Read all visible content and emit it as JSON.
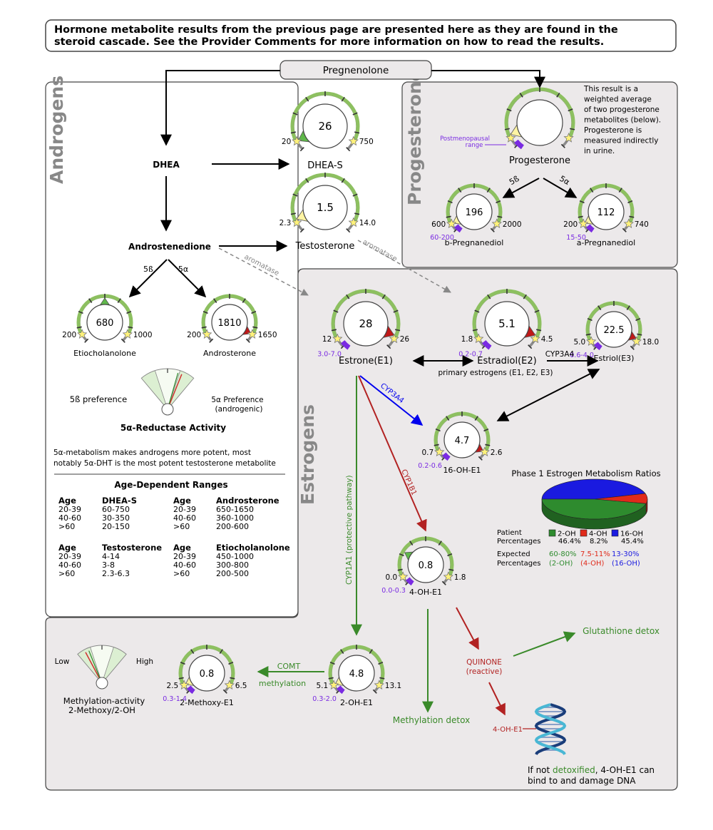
{
  "header": {
    "line1": "Hormone metabolite results from the previous page are presented here as they are found in the",
    "line2": "steroid cascade. See the Provider Comments for more information on how to read the results."
  },
  "pregnenolone": "Pregnenolone",
  "sections": {
    "androgens": "Androgens",
    "progesterone": "Progesterone",
    "estrogens": "Estrogens"
  },
  "gauges": {
    "dheas": {
      "label": "DHEA-S",
      "value": "26",
      "low": "20",
      "high": "750"
    },
    "testosterone": {
      "label": "Testosterone",
      "value": "1.5",
      "low": "2.3",
      "high": "14.0"
    },
    "progesterone": {
      "label": "Progesterone",
      "value": "",
      "low": "",
      "high": "",
      "range_label": "Postmenopausal range"
    },
    "bpreg": {
      "label": "b-Pregnanediol",
      "value": "196",
      "low": "600",
      "high": "2000",
      "range": "60-200"
    },
    "apreg": {
      "label": "a-Pregnanediol",
      "value": "112",
      "low": "200",
      "high": "740",
      "range": "15-50"
    },
    "etio": {
      "label": "Etiocholanolone",
      "value": "680",
      "low": "200",
      "high": "1000"
    },
    "andro": {
      "label": "Androsterone",
      "value": "1810",
      "low": "200",
      "high": "1650"
    },
    "e1": {
      "label": "Estrone(E1)",
      "value": "28",
      "low": "12",
      "high": "26",
      "range": "3.0-7.0"
    },
    "e2": {
      "label": "Estradiol(E2)",
      "value": "5.1",
      "low": "1.8",
      "high": "4.5",
      "range": "0.2-0.7"
    },
    "e3": {
      "label": "Estriol(E3)",
      "value": "22.5",
      "low": "5.0",
      "high": "18.0",
      "range": "0.6-4.0"
    },
    "oh16": {
      "label": "16-OH-E1",
      "value": "4.7",
      "low": "0.7",
      "high": "2.6",
      "range": "0.2-0.6"
    },
    "oh4": {
      "label": "4-OH-E1",
      "value": "0.8",
      "low": "0.0",
      "high": "1.8",
      "range": "0.0-0.3"
    },
    "oh2": {
      "label": "2-OH-E1",
      "value": "4.8",
      "low": "5.1",
      "high": "13.1",
      "range": "0.3-2.0"
    },
    "meo2": {
      "label": "2-Methoxy-E1",
      "value": "0.8",
      "low": "2.5",
      "high": "6.5",
      "range": "0.3-1.4"
    }
  },
  "nodes": {
    "dhea": "DHEA",
    "androstenedione": "Androstenedione"
  },
  "arrows": {
    "b5": "5ß",
    "a5": "5α",
    "aromatase": "aromatase",
    "cyp3a4": "CYP3A4",
    "cyp1b1": "CYP1B1",
    "cyp1a1": "CYP1A1 (protective pathway)",
    "comt": "COMT",
    "methylation": "methylation"
  },
  "progesterone_note": [
    "This result is a",
    "weighted average",
    "of two progesterone",
    "metabolites (below).",
    "Progesterone is",
    "measured indirectly",
    "in urine."
  ],
  "reductase": {
    "pref5b": "5ß preference",
    "pref5a_1": "5α Preference",
    "pref5a_2": "(androgenic)",
    "title": "5α-Reductase Activity",
    "note1": "5α-metabolism makes androgens more potent, most",
    "note2": "notably 5α-DHT is the most potent testosterone metabolite"
  },
  "age_ranges": {
    "title": "Age-Dependent Ranges",
    "block1": {
      "col1": [
        "Age",
        "20-39",
        "40-60",
        ">60"
      ],
      "col2": [
        "DHEA-S",
        "60-750",
        "30-350",
        "20-150"
      ],
      "col3": [
        "Age",
        "20-39",
        "40-60",
        ">60"
      ],
      "col4": [
        "Androsterone",
        "650-1650",
        "360-1000",
        "200-600"
      ]
    },
    "block2": {
      "col1": [
        "Age",
        "20-39",
        "40-60",
        ">60"
      ],
      "col2": [
        "Testosterone",
        "4-14",
        "3-8",
        "2.3-6.3"
      ],
      "col3": [
        "Age",
        "20-39",
        "40-60",
        ">60"
      ],
      "col4": [
        "Etiocholanolone",
        "450-1000",
        "300-800",
        "200-500"
      ]
    }
  },
  "primary_estrogens": "primary estrogens (E1, E2, E3)",
  "phase1": {
    "title": "Phase 1 Estrogen Metabolism Ratios",
    "patient_label_1": "Patient",
    "patient_label_2": "Percentages",
    "expected_label_1": "Expected",
    "expected_label_2": "Percentages",
    "legend": [
      "2-OH",
      "4-OH",
      "16-OH"
    ],
    "patient": [
      "46.4%",
      "8.2%",
      "45.4%"
    ],
    "expected": [
      "60-80%",
      "7.5-11%",
      "13-30%"
    ],
    "expected_names": [
      "(2-OH)",
      "(4-OH)",
      "(16-OH)"
    ],
    "colors": [
      "#2e8b2e",
      "#e02a1a",
      "#1a1ae0"
    ]
  },
  "chart_data": {
    "type": "pie",
    "title": "Phase 1 Estrogen Metabolism Ratios",
    "categories": [
      "2-OH",
      "4-OH",
      "16-OH"
    ],
    "values": [
      46.4,
      8.2,
      45.4
    ]
  },
  "detox": {
    "quinone_1": "QUINONE",
    "quinone_2": "(reactive)",
    "glutathione": "Glutathione detox",
    "methylation_detox": "Methylation detox",
    "dna_label": "4-OH-E1",
    "note_1a": "If not ",
    "note_1b": "detoxified",
    "note_1c": ", 4-OH-E1 can",
    "note_2": "bind to and damage DNA"
  },
  "methylation_gauge": {
    "low": "Low",
    "high": "High",
    "label1": "Methylation-activity",
    "label2": "2-Methoxy/2-OH"
  }
}
